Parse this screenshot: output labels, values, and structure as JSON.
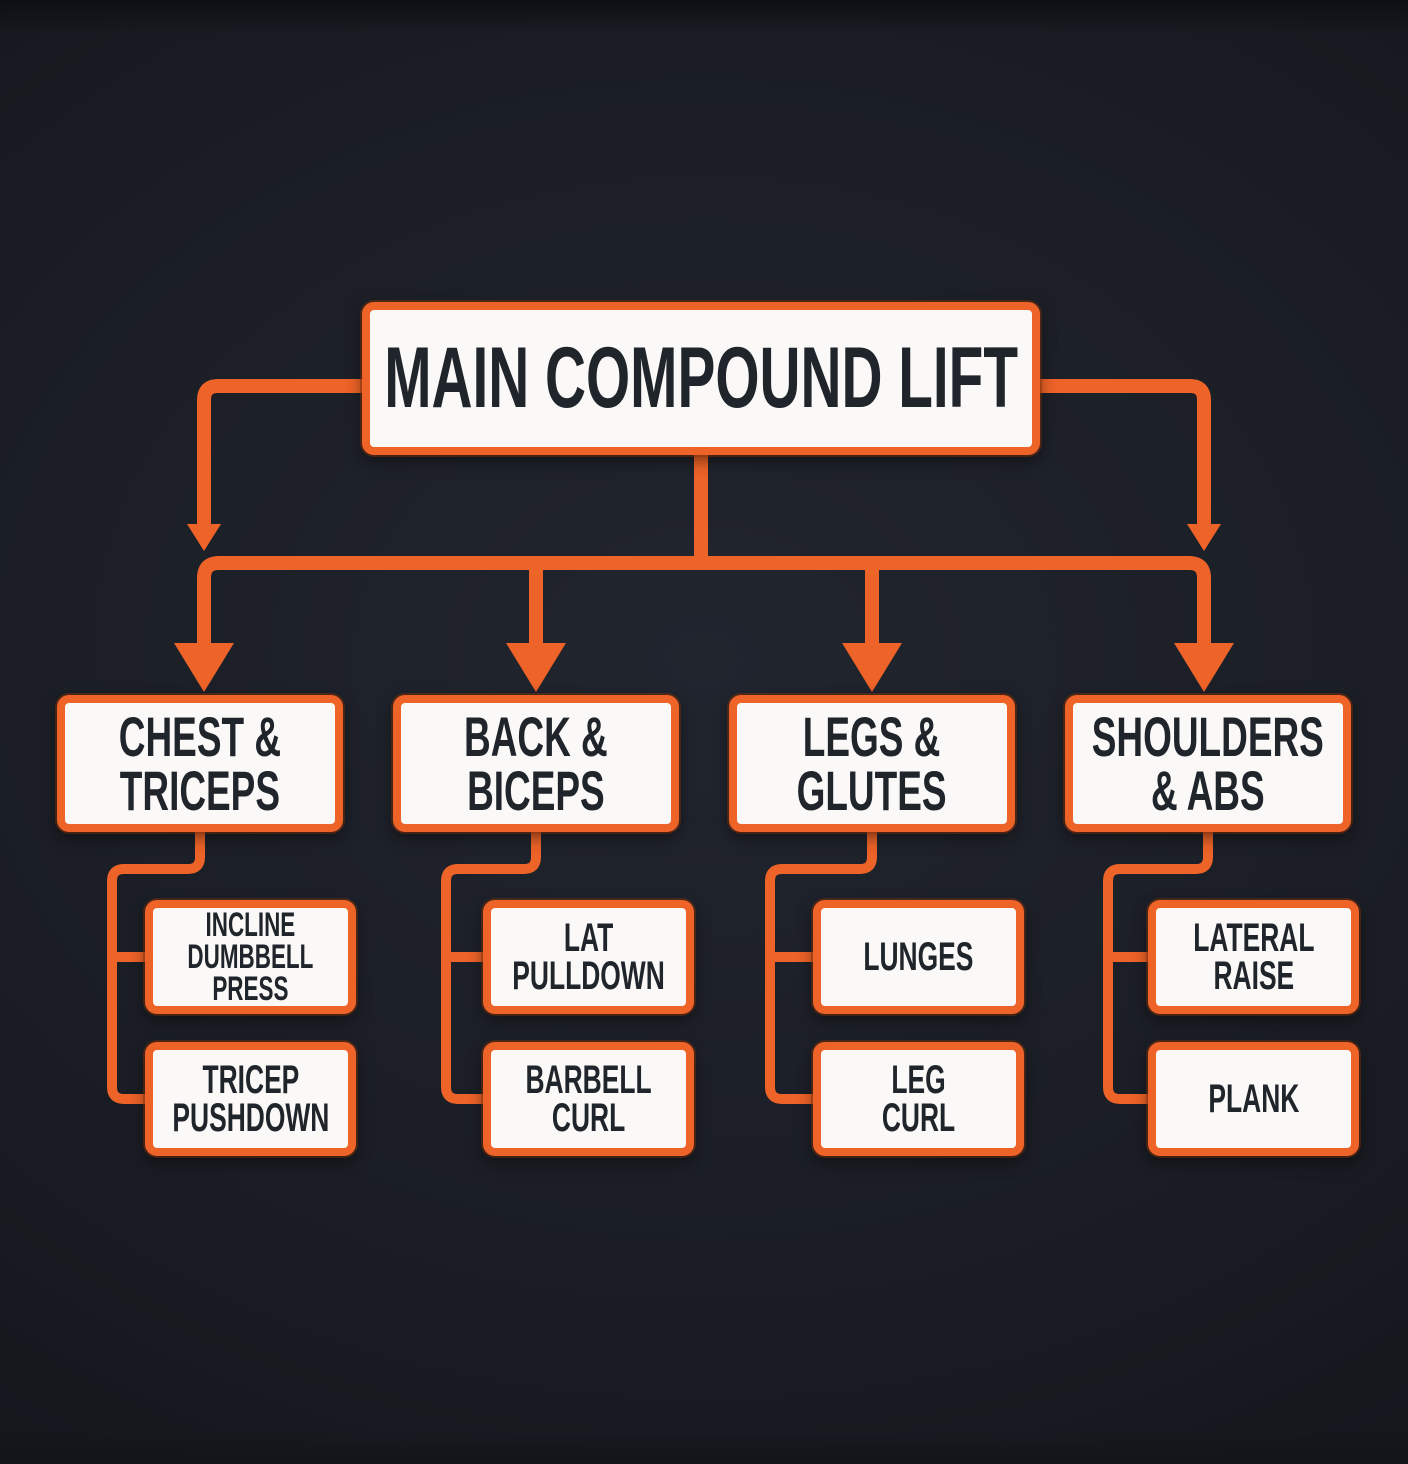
{
  "title": "MAIN COMPOUND LIFT",
  "colors": {
    "accent": "#EE6328",
    "background": "#1A1D24",
    "box_fill": "#FAF9F7",
    "text_dark": "#20242B"
  },
  "columns": [
    {
      "label": "CHEST &\nTRICEPS",
      "children": [
        {
          "label": "INCLINE\nDUMBBELL\nPRESS"
        },
        {
          "label": "TRICEP\nPUSHDOWN"
        }
      ]
    },
    {
      "label": "BACK &\nBICEPS",
      "children": [
        {
          "label": "LAT\nPULLDOWN"
        },
        {
          "label": "BARBELL\nCURL"
        }
      ]
    },
    {
      "label": "LEGS &\nGLUTES",
      "children": [
        {
          "label": "LUNGES"
        },
        {
          "label": "LEG CURL"
        }
      ]
    },
    {
      "label": "SHOULDERS\n& ABS",
      "children": [
        {
          "label": "LATERAL\nRAISE"
        },
        {
          "label": "PLANK"
        }
      ]
    }
  ]
}
